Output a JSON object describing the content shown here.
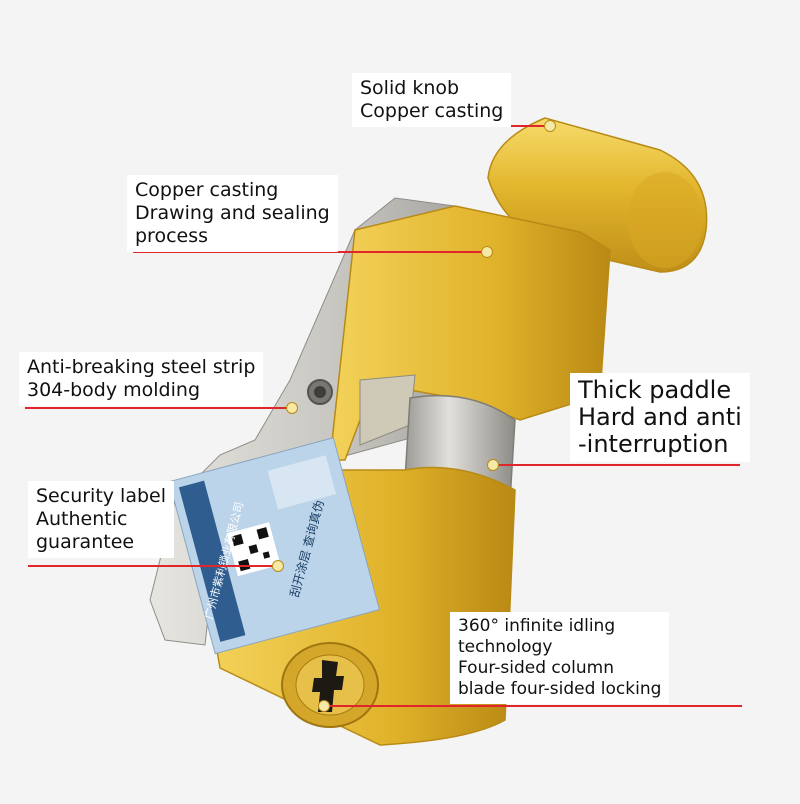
{
  "callouts": [
    {
      "id": "knob",
      "lines": [
        "Solid knob",
        "Copper casting"
      ]
    },
    {
      "id": "casting",
      "lines": [
        "Copper casting",
        "Drawing and sealing",
        "process"
      ]
    },
    {
      "id": "strip",
      "lines": [
        "Anti-breaking steel strip",
        "304-body molding"
      ]
    },
    {
      "id": "paddle",
      "lines": [
        "Thick paddle",
        "Hard and anti",
        "-interruption"
      ]
    },
    {
      "id": "security",
      "lines": [
        "Security label",
        "Authentic",
        "guarantee"
      ]
    },
    {
      "id": "idling",
      "lines": [
        "360° infinite idling",
        "technology",
        "Four-sided column",
        "blade four-sided locking"
      ]
    }
  ],
  "sticker": {
    "company": "广州市紫利锁业有限公司",
    "scratch_text": "刮开涂层  查询真伪"
  },
  "colors": {
    "brass": "#e2b62d",
    "brass_dark": "#b88a16",
    "steel": "#c9c7c1",
    "leader": "#e2252b",
    "sticker": "#bcd4ea"
  }
}
